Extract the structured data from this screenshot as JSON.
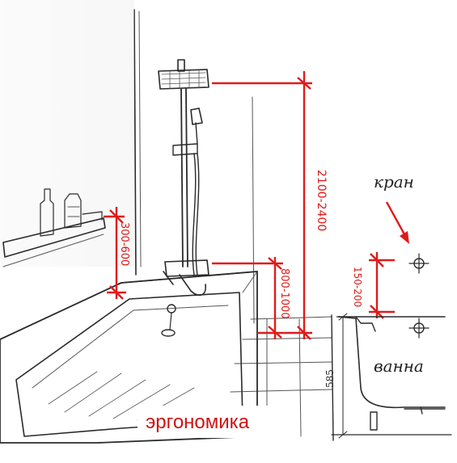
{
  "labels": {
    "shower_height": "2100-2400",
    "shelf_height": "300-600",
    "mixer_height": "800-1000",
    "tap_offset": "150-200",
    "tub_height": "585",
    "tap_label": "кран",
    "tub_label": "ванна",
    "caption": "эргономика"
  },
  "colors": {
    "dimension": "#e01a1a",
    "sketch": "#2a2a2a",
    "caption_bg": "#ffffff"
  }
}
